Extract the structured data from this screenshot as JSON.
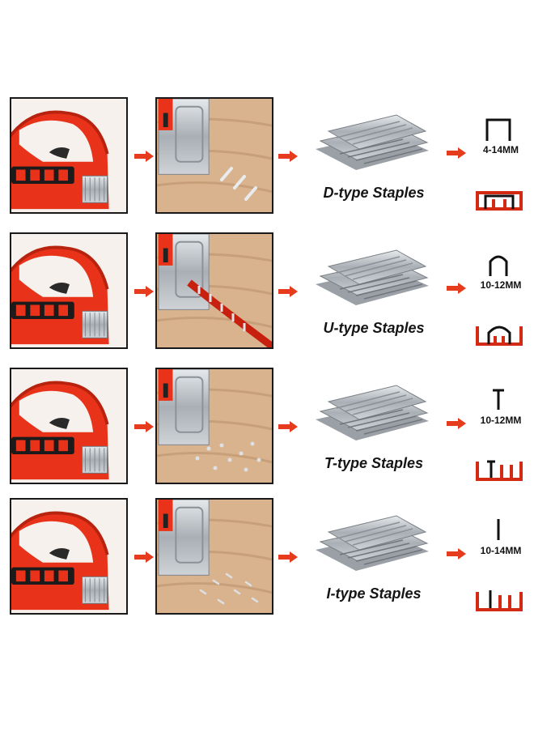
{
  "colors": {
    "accent": "#e63b1c",
    "tool_red": "#e8321a",
    "steel": "#b9bec3",
    "wood": "#d9b38e"
  },
  "rows": [
    {
      "type": "D",
      "label": "D-type Staples",
      "size": "4-14MM",
      "shape_icon": "d-staple-icon"
    },
    {
      "type": "U",
      "label": "U-type Staples",
      "size": "10-12MM",
      "shape_icon": "u-staple-icon"
    },
    {
      "type": "T",
      "label": "T-type Staples",
      "size": "10-12MM",
      "shape_icon": "t-staple-icon"
    },
    {
      "type": "I",
      "label": "I-type Staples",
      "size": "10-14MM",
      "shape_icon": "i-staple-icon"
    }
  ]
}
